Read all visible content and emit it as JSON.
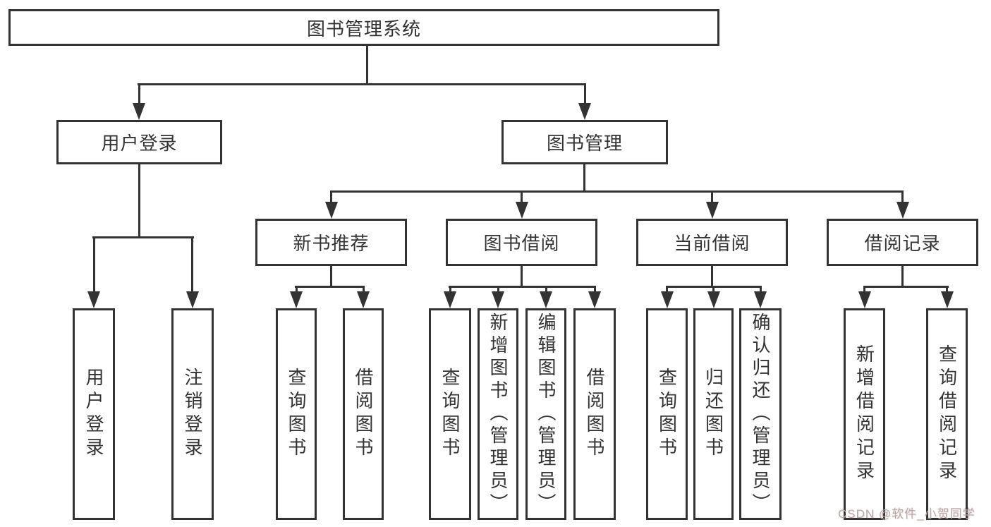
{
  "diagram": {
    "root": {
      "label": "图书管理系统"
    },
    "login": {
      "label": "用户登录",
      "children": [
        {
          "label": "用户登录"
        },
        {
          "label": "注销登录"
        }
      ]
    },
    "management": {
      "label": "图书管理",
      "sections": [
        {
          "label": "新书推荐",
          "children": [
            {
              "label": "查询图书"
            },
            {
              "label": "借阅图书"
            }
          ]
        },
        {
          "label": "图书借阅",
          "children": [
            {
              "label": "查询图书"
            },
            {
              "label": "新增图书（管理员）"
            },
            {
              "label": "编辑图书（管理员）"
            },
            {
              "label": "借阅图书"
            }
          ]
        },
        {
          "label": "当前借阅",
          "children": [
            {
              "label": "查询图书"
            },
            {
              "label": "归还图书"
            },
            {
              "label": "确认归还（管理员）"
            }
          ]
        },
        {
          "label": "借阅记录",
          "children": [
            {
              "label": "新增借阅记录"
            },
            {
              "label": "查询借阅记录"
            }
          ]
        }
      ]
    },
    "watermark": "CSDN @软件_小贺同学",
    "colors": {
      "line": "#333333",
      "background": "#ffffff",
      "watermark": "#b4abab"
    }
  }
}
